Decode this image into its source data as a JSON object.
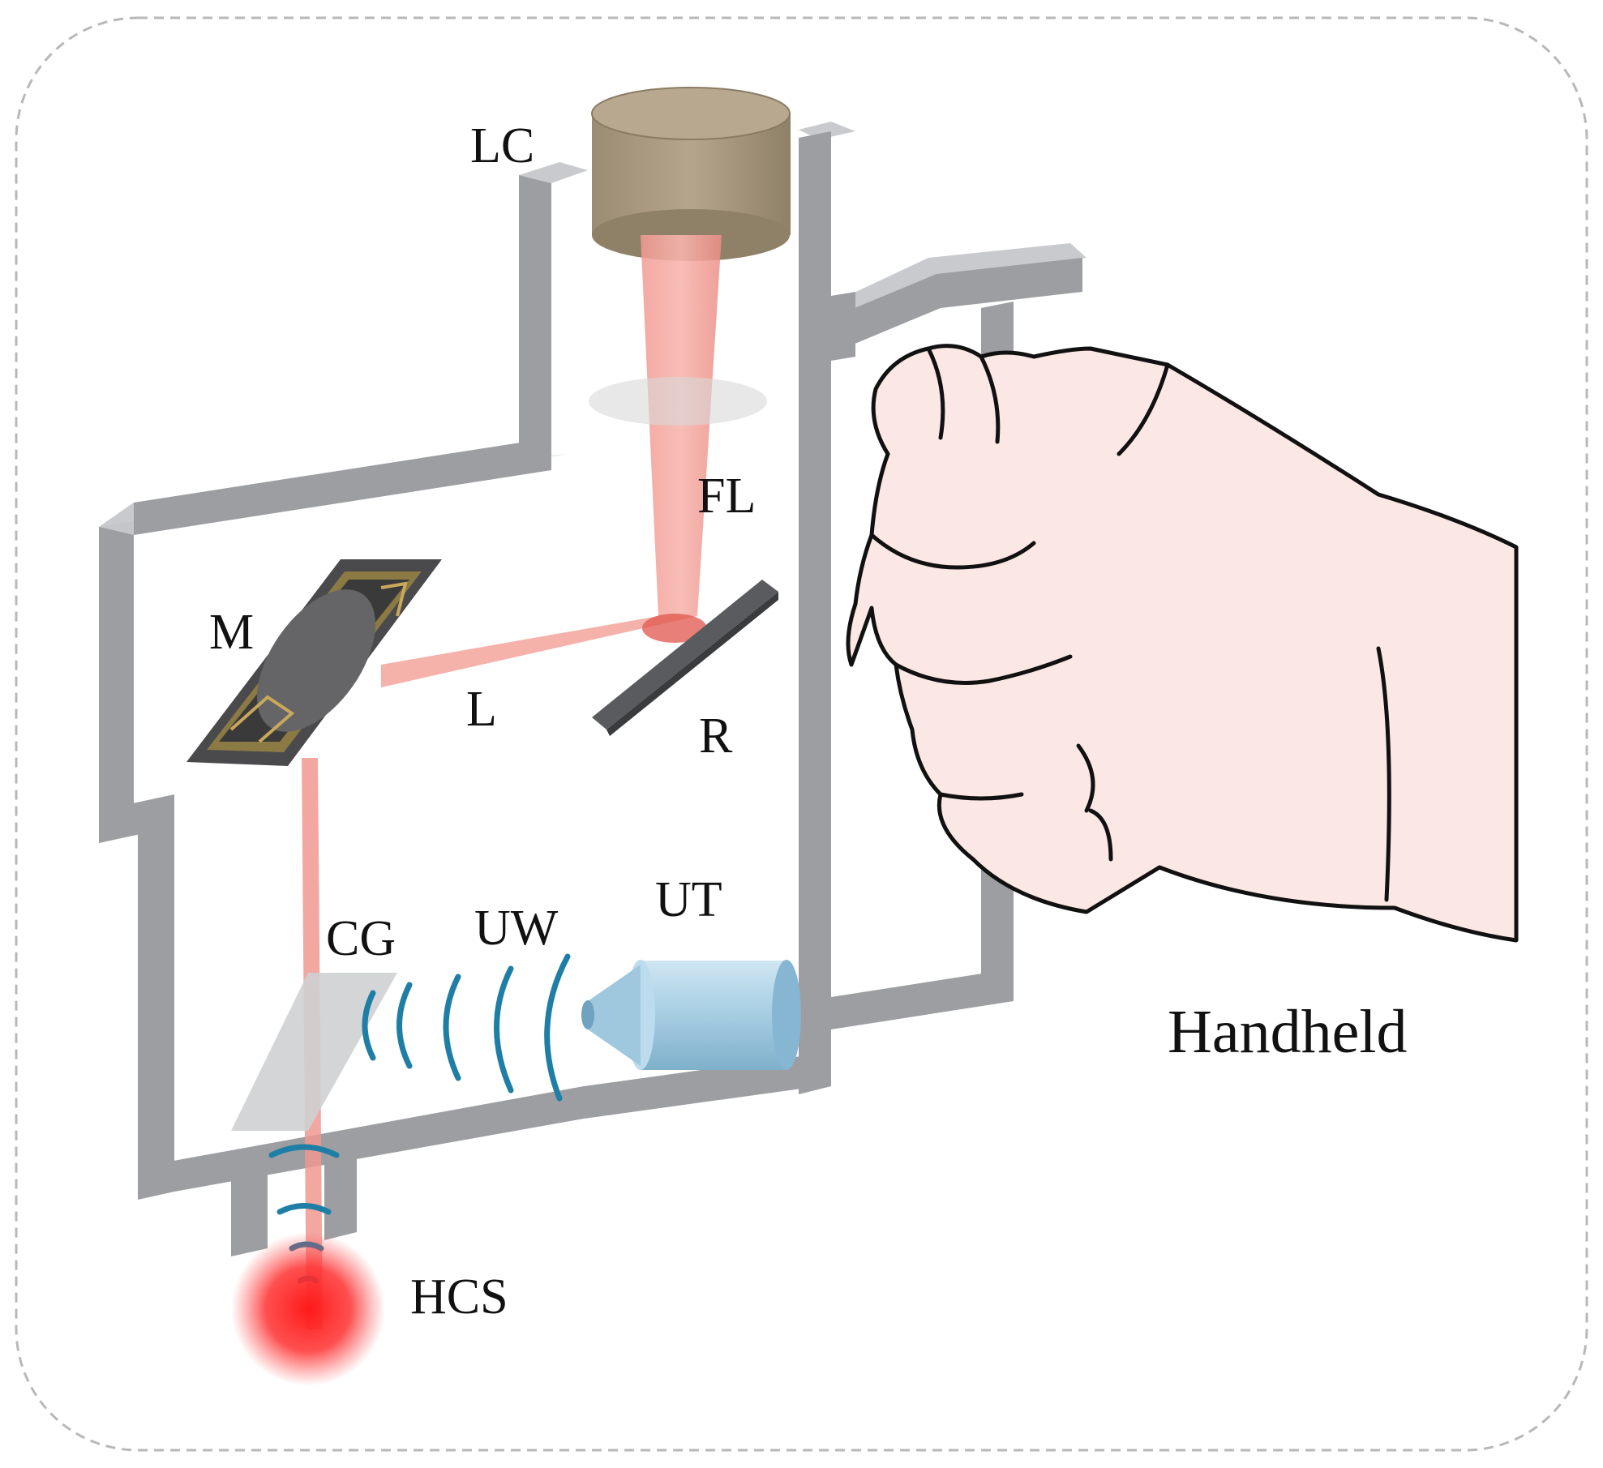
{
  "labels": {
    "lc": "LC",
    "fl": "FL",
    "m": "M",
    "l": "L",
    "r": "R",
    "cg": "CG",
    "uw": "UW",
    "ut": "UT",
    "hcs": "HCS",
    "handheld": "Handheld"
  },
  "colors": {
    "frame_face": "#9c9ea1",
    "frame_side": "#c4c6c9",
    "laser_cap": "#a99a82",
    "laser_beam": "#f0a09a",
    "mirror_plate": "#4a4a4c",
    "mems_gold": "#c8a85a",
    "transducer": "#9fc8de",
    "wave": "#1f7ea6",
    "hcs_glow": "#ff2a2a",
    "hand_fill": "#fbe8e4",
    "outline_dashed": "#b8b8b8"
  },
  "icons": {
    "laser": "laser-cylinder-icon",
    "transducer": "ultrasound-transducer-icon",
    "hand": "hand-grip-icon"
  }
}
